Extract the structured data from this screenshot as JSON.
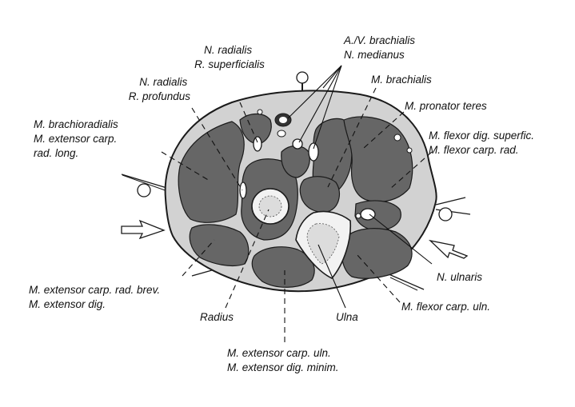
{
  "colors": {
    "skin_fill": "#d2d2d2",
    "muscle_fill": "#666666",
    "bone_fill": "#f2f2f2",
    "outline": "#1a1a1a",
    "label_text": "#111111"
  },
  "labels": {
    "n_radialis_superficialis": [
      "N. radialis",
      "R. superficialis"
    ],
    "a_v_brachialis_n_medianus": [
      "A./V. brachialis",
      "N. medianus"
    ],
    "m_brachialis": [
      "M. brachialis"
    ],
    "n_radialis_profundus": [
      "N. radialis",
      "R. profundus"
    ],
    "m_pronator_teres": [
      "M. pronator teres"
    ],
    "m_brachioradialis": [
      "M. brachioradialis",
      "M. extensor carp.",
      "rad. long."
    ],
    "m_flexor_dig_superfic": [
      "M. flexor dig. superfic.",
      "M. flexor carp. rad."
    ],
    "n_ulnaris": [
      "N. ulnaris"
    ],
    "m_extensor_carp_rad_brev": [
      "M. extensor carp. rad. brev.",
      "M. extensor dig."
    ],
    "m_flexor_carp_uln": [
      "M. flexor carp. uln."
    ],
    "radius": [
      "Radius"
    ],
    "ulna": [
      "Ulna"
    ],
    "m_extensor_carp_uln": [
      "M. extensor carp. uln.",
      "M. extensor dig. minim."
    ]
  }
}
